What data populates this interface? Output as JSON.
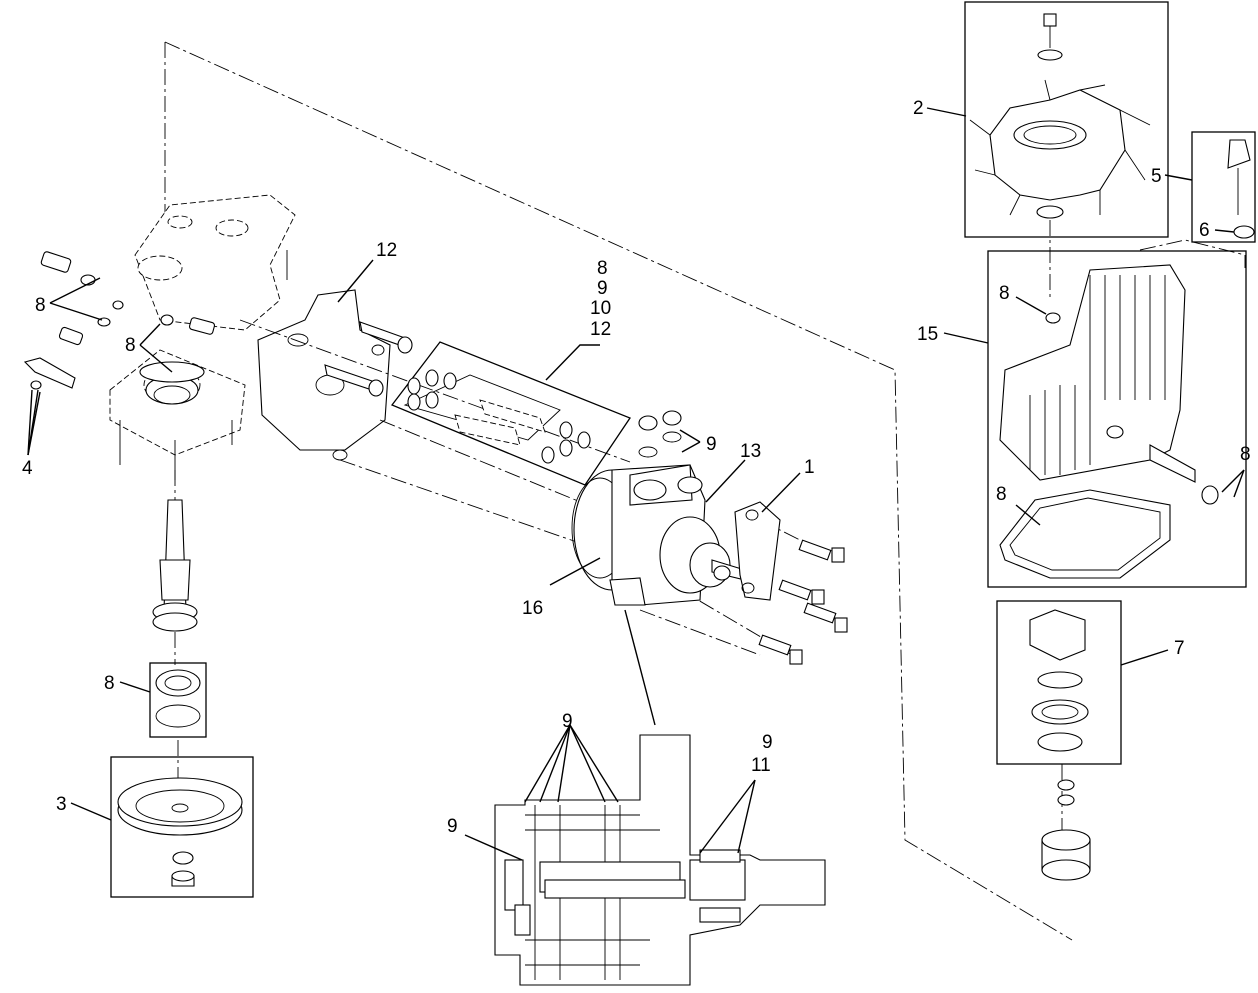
{
  "callouts": {
    "c1": "1",
    "c2": "2",
    "c3": "3",
    "c4": "4",
    "c5": "5",
    "c6": "6",
    "c7": "7",
    "c8_left_a": "8",
    "c8_left_b": "8",
    "c8_bearing": "8",
    "c8_kit_a": "8",
    "c9_kit": "9",
    "c10_kit": "10",
    "c12_kit": "12",
    "c12": "12",
    "c9_plugs": "9",
    "c13": "13",
    "c16": "16",
    "c15": "15",
    "c8_cap": "8",
    "c8_gasket": "8",
    "c8_right": "8",
    "c9_section_top": "9",
    "c9_section_left": "9",
    "c9_section_right": "9",
    "c11_section": "11"
  }
}
